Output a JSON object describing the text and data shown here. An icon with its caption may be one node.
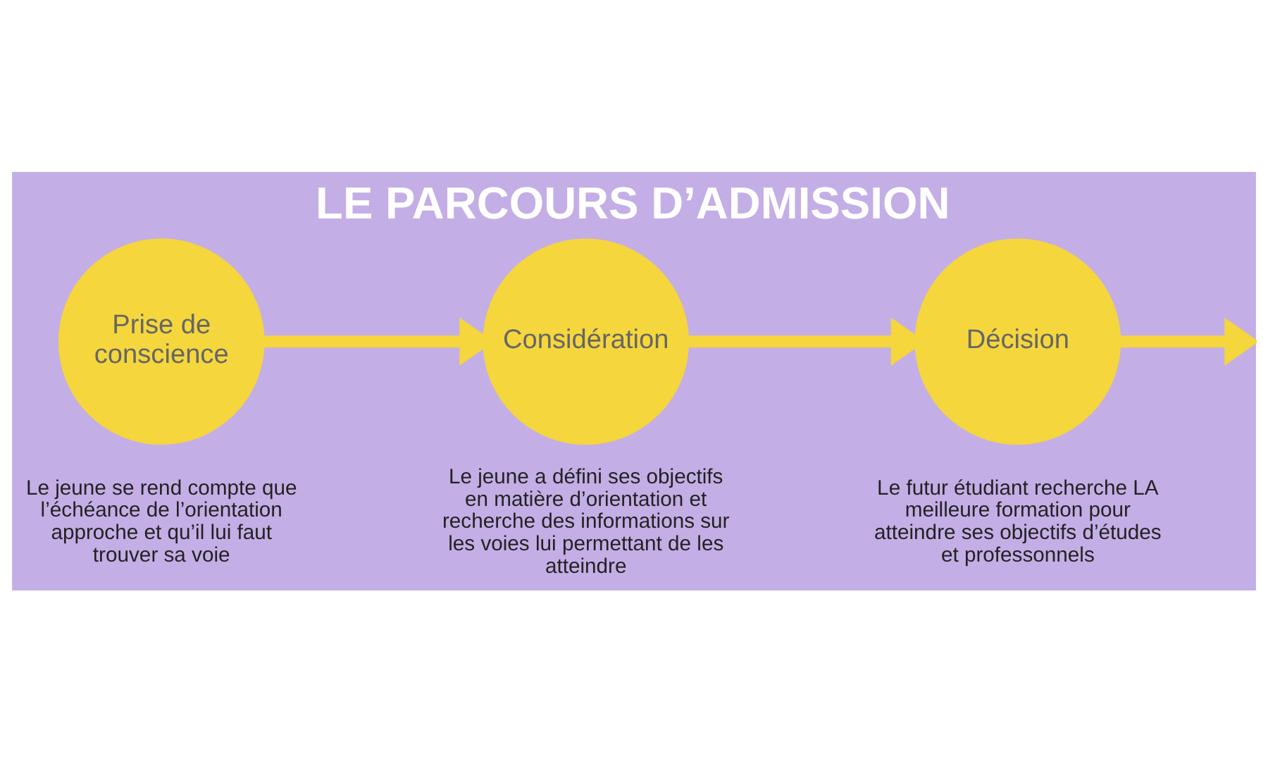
{
  "diagram": {
    "title": "LE PARCOURS D’ADMISSION",
    "nodes": [
      {
        "text": [
          "Prise de conscience"
        ],
        "beside": [
          "Le jeune se rend compte que l’échéance de l’orientation approche et qu’il lui faut trouver sa voie"
        ]
      },
      {
        "text": [
          "Considération"
        ],
        "beside": [
          "Le jeune a défini ses objectifs en matière d’orientation et recherche des informations sur les voies lui permettant de les atteindre"
        ]
      },
      {
        "text": [
          "Décision"
        ],
        "beside": [
          "Le futur étudiant recherche LA meilleure formation pour atteindre ses objectifs d’études et professonnels"
        ]
      }
    ],
    "edges": [
      {
        "from": 0,
        "to": 1,
        "arrow": "to"
      },
      {
        "from": 1,
        "to": 2,
        "arrow": "to"
      },
      {
        "from": 2,
        "to": null,
        "arrow": "to"
      }
    ]
  }
}
